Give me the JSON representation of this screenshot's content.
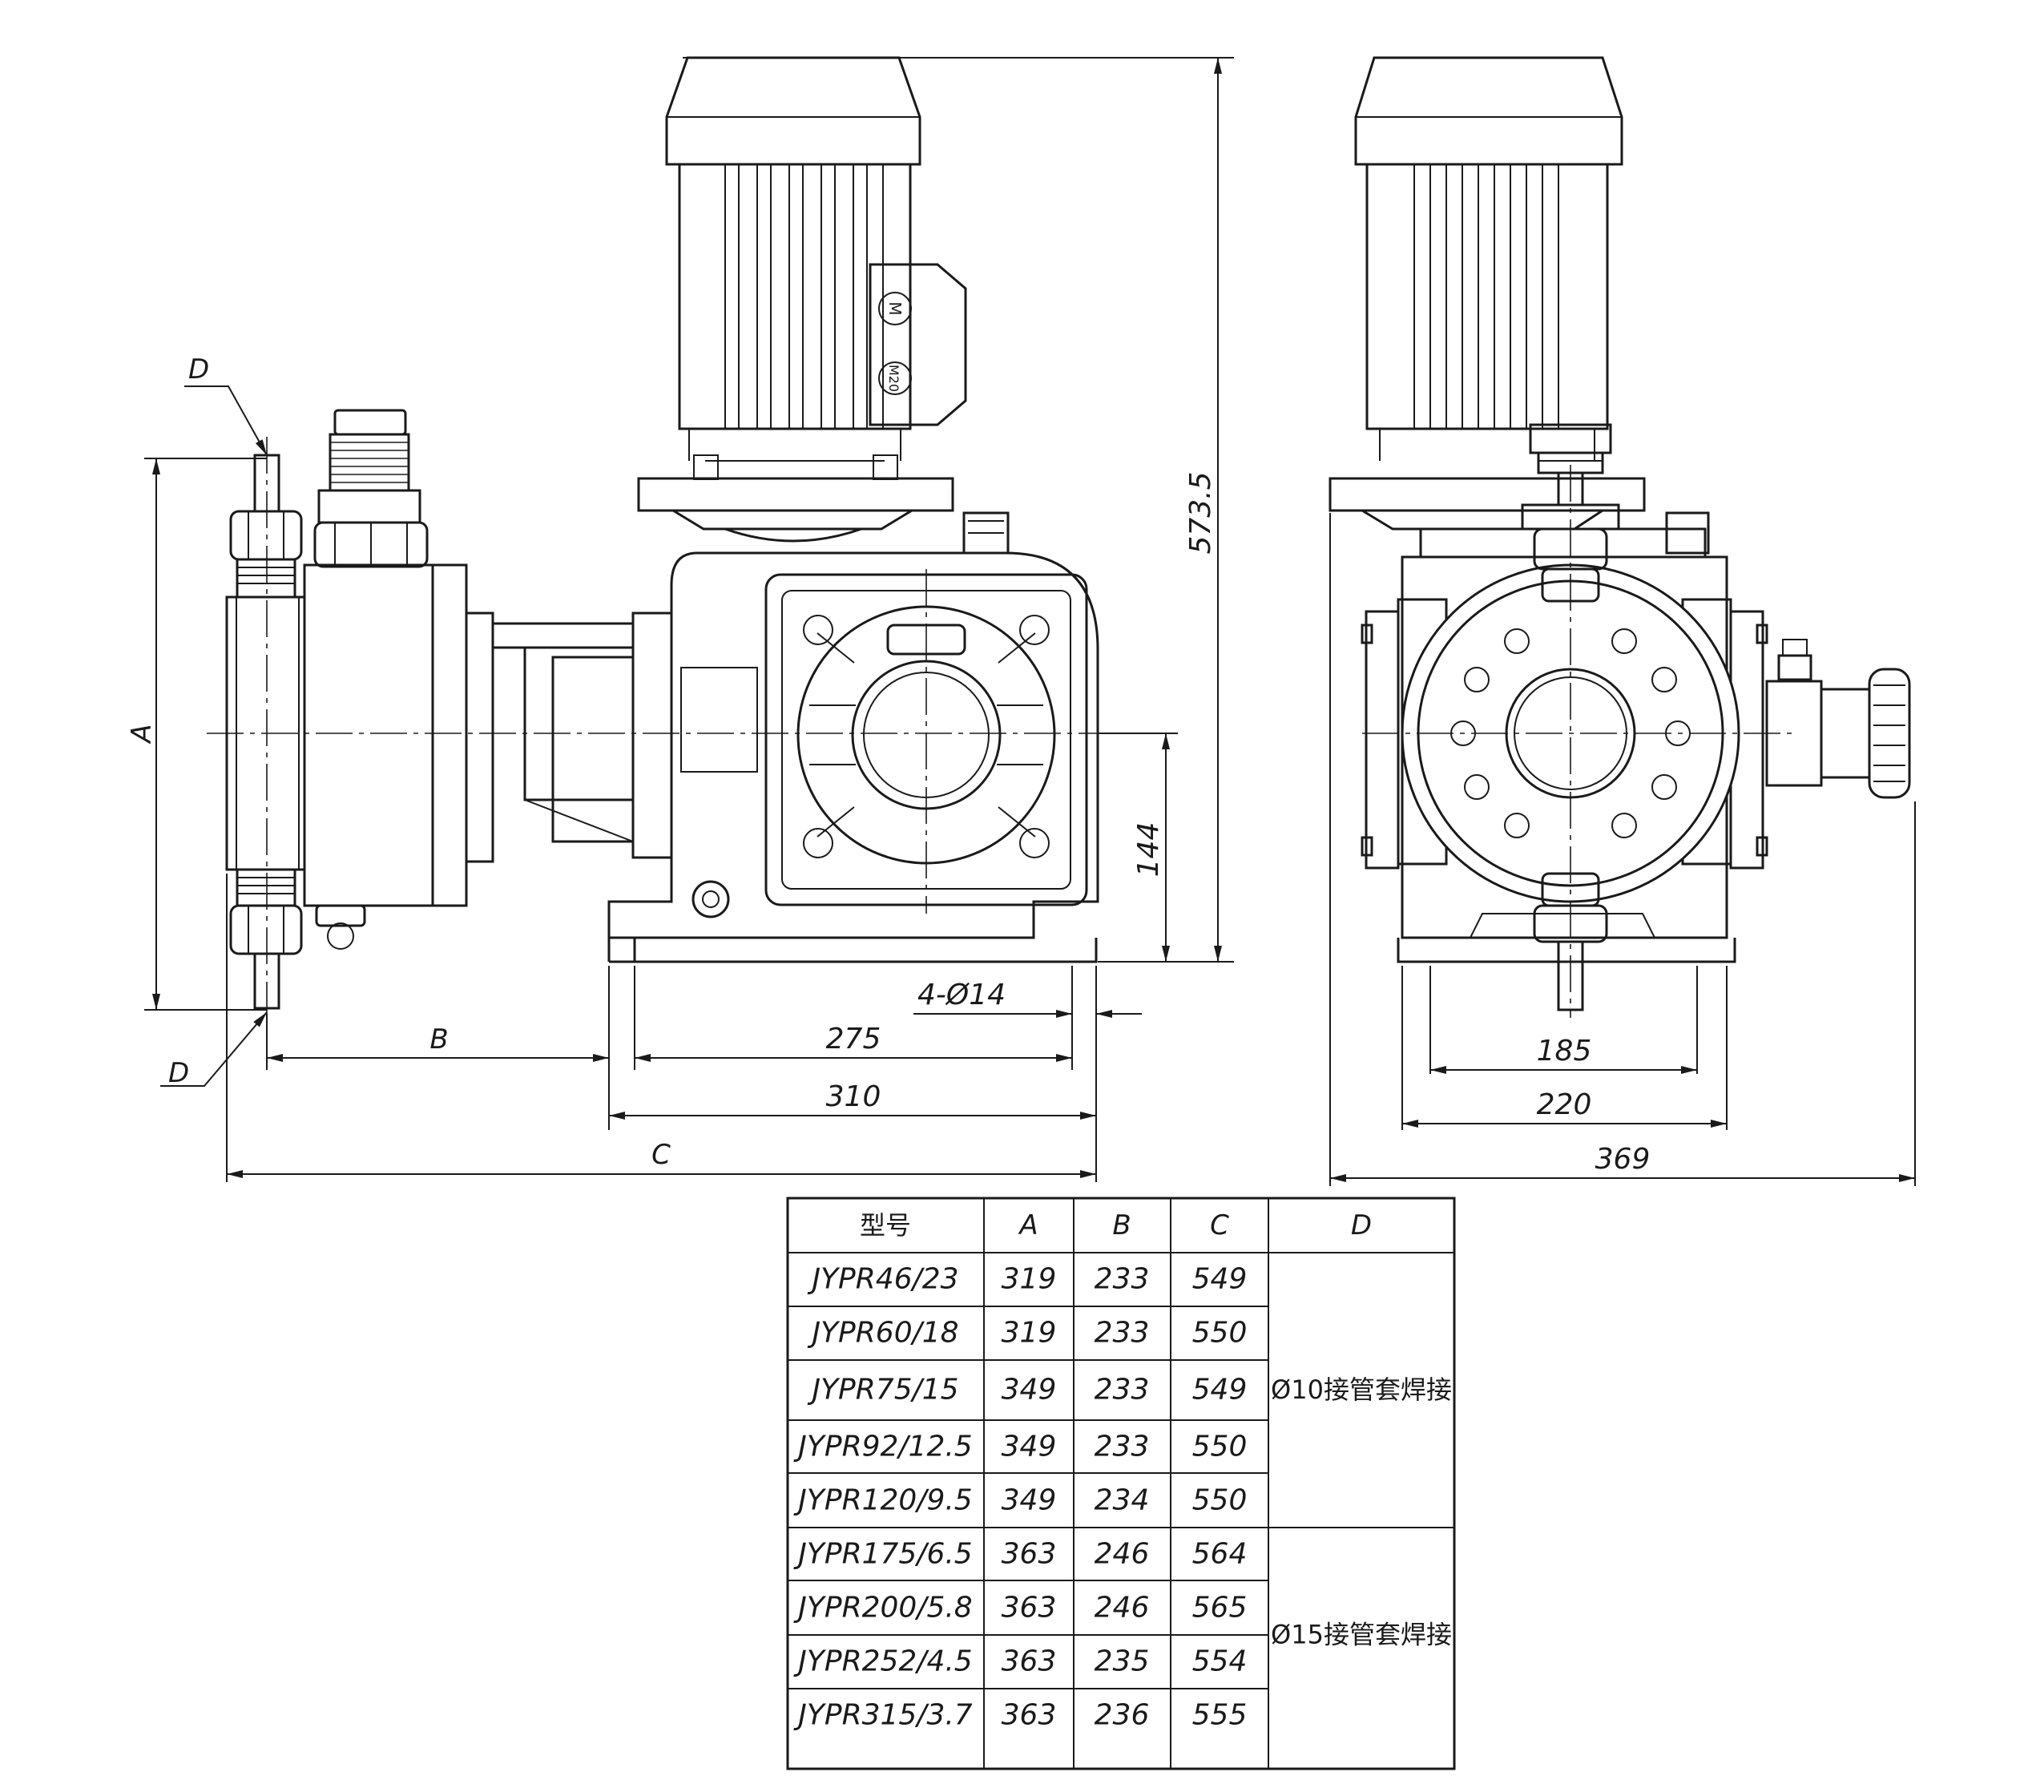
{
  "dimensions": {
    "height": "573.5",
    "center_height": "144",
    "holes": "4-Ø14",
    "base_inner": "275",
    "base_outer": "310",
    "label_A": "A",
    "label_B": "B",
    "label_C": "C",
    "label_D_top": "D",
    "label_D_bottom": "D",
    "side_inner": "185",
    "side_mid": "220",
    "side_overall": "369"
  },
  "motor_marks": {
    "m_badge": "M",
    "thread_badge": "M20"
  },
  "table": {
    "headers": [
      "型号",
      "A",
      "B",
      "C",
      "D"
    ],
    "rows": [
      {
        "model": "JYPR46/23",
        "a": "319",
        "b": "233",
        "c": "549"
      },
      {
        "model": "JYPR60/18",
        "a": "319",
        "b": "233",
        "c": "550"
      },
      {
        "model": "JYPR75/15",
        "a": "349",
        "b": "233",
        "c": "549"
      },
      {
        "model": "JYPR92/12.5",
        "a": "349",
        "b": "233",
        "c": "550"
      },
      {
        "model": "JYPR120/9.5",
        "a": "349",
        "b": "234",
        "c": "550"
      },
      {
        "model": "JYPR175/6.5",
        "a": "363",
        "b": "246",
        "c": "564"
      },
      {
        "model": "JYPR200/5.8",
        "a": "363",
        "b": "246",
        "c": "565"
      },
      {
        "model": "JYPR252/4.5",
        "a": "363",
        "b": "235",
        "c": "554"
      },
      {
        "model": "JYPR315/3.7",
        "a": "363",
        "b": "236",
        "c": "555"
      }
    ],
    "d_groups": [
      {
        "text": "Ø10接管套焊接",
        "rows": 5
      },
      {
        "text": "Ø15接管套焊接",
        "rows": 4
      }
    ]
  }
}
